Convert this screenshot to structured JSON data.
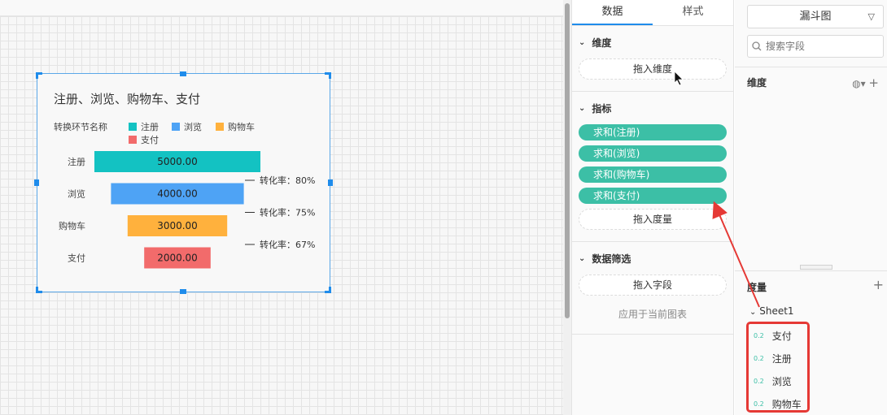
{
  "chart": {
    "title": "注册、浏览、购物车、支付",
    "legend_title": "转换环节名称",
    "legend": [
      {
        "label": "注册",
        "color": "#13c2c2"
      },
      {
        "label": "浏览",
        "color": "#4ea3f5"
      },
      {
        "label": "购物车",
        "color": "#ffb13d"
      },
      {
        "label": "支付",
        "color": "#f26b6b"
      }
    ]
  },
  "chart_data": {
    "type": "bar",
    "title": "注册、浏览、购物车、支付",
    "categories": [
      "注册",
      "浏览",
      "购物车",
      "支付"
    ],
    "values": [
      5000,
      4000,
      3000,
      2000
    ],
    "value_labels": [
      "5000.00",
      "4000.00",
      "3000.00",
      "2000.00"
    ],
    "colors": [
      "#13c2c2",
      "#4ea3f5",
      "#ffb13d",
      "#f26b6b"
    ],
    "conversion_labels": [
      "转化率：80%",
      "转化率：75%",
      "转化率：67%"
    ],
    "legend_title": "转换环节名称",
    "legend_position": "top"
  },
  "tabs": [
    "数据",
    "样式"
  ],
  "dimension": {
    "title": "维度",
    "drop_label": "拖入维度"
  },
  "metrics": {
    "title": "指标",
    "items": [
      "求和(注册)",
      "求和(浏览)",
      "求和(购物车)",
      "求和(支付)"
    ],
    "drop_label": "拖入度量"
  },
  "filter": {
    "title": "数据筛选",
    "drop_label": "拖入字段",
    "apply_label": "应用于当前图表"
  },
  "right": {
    "chart_type": "漏斗图",
    "search_placeholder": "搜索字段",
    "dimension_title": "维度",
    "measure_title": "度量",
    "sheet_name": "Sheet1",
    "fields": [
      {
        "tag": "0.2",
        "name": "支付"
      },
      {
        "tag": "0.2",
        "name": "注册"
      },
      {
        "tag": "0.2",
        "name": "浏览"
      },
      {
        "tag": "0.2",
        "name": "购物车"
      }
    ]
  },
  "colors": {
    "accent": "#1f8ceb",
    "pill": "#3cbfa6",
    "highlight": "#e53935"
  }
}
